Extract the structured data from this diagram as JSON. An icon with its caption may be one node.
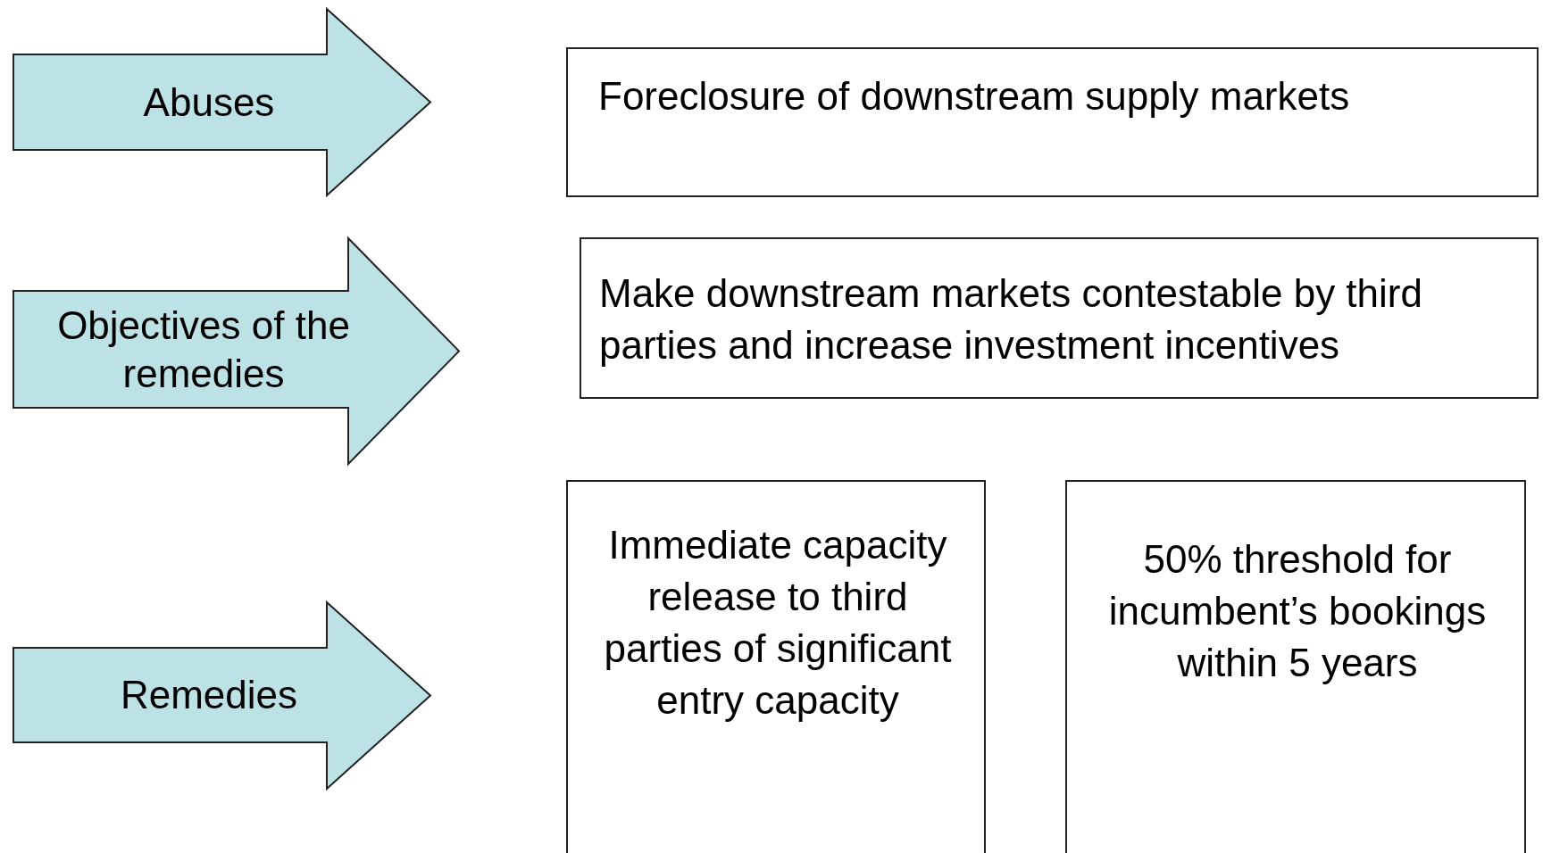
{
  "diagram": {
    "nodes": [
      {
        "text": [
          "Abuses"
        ]
      },
      {
        "text": [
          "Foreclosure of downstream supply markets"
        ]
      },
      {
        "text": [
          "Objectives of the remedies"
        ]
      },
      {
        "text": [
          "Make downstream markets contestable by third parties and increase investment incentives"
        ]
      },
      {
        "text": [
          "Remedies"
        ]
      },
      {
        "text": [
          "Immediate capacity release to third parties of significant entry capacity"
        ]
      },
      {
        "text": [
          "50% threshold for incumbent’s bookings within 5 years"
        ]
      }
    ]
  }
}
